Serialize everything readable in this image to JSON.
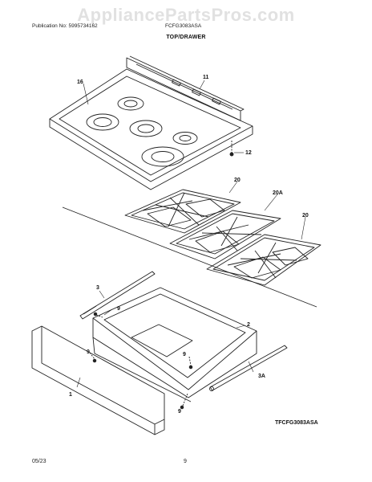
{
  "watermark": "AppliancePartsPros.com",
  "header": {
    "publication": "Publication No: 5995734162",
    "model": "FCFG3083ASA"
  },
  "section_title": "TOP/DRAWER",
  "callouts": {
    "c16": "16",
    "c11": "11",
    "c12": "12",
    "c20a": "20",
    "c20A": "20A",
    "c20b": "20",
    "c3": "3",
    "c9a": "9",
    "c9b": "9",
    "c9c": "9",
    "c9d": "9",
    "c2": "2",
    "c3A": "3A",
    "c1": "1"
  },
  "diagram_code": "TFCFG3083ASA",
  "footer": {
    "date": "05/23",
    "page": "9"
  }
}
